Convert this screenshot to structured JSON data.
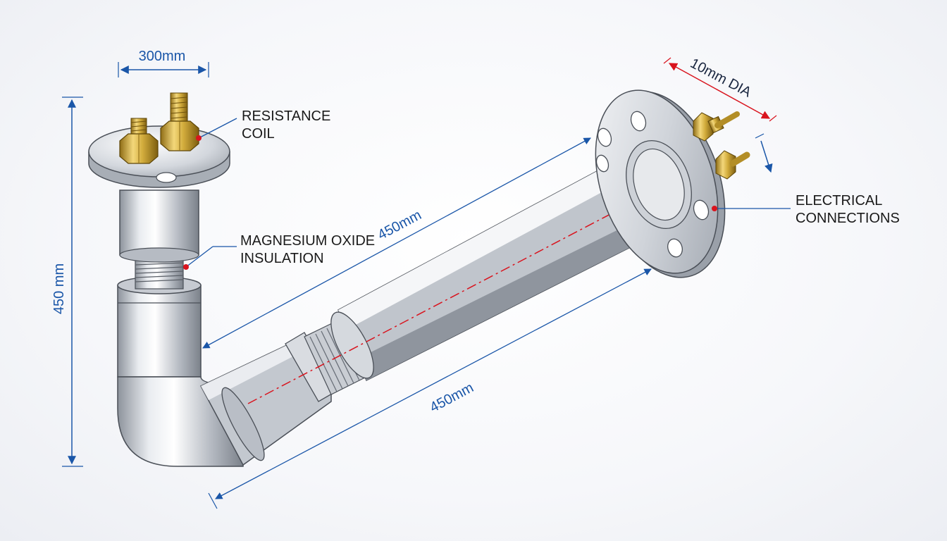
{
  "dimensions": {
    "top_width": "300mm",
    "vertical_height": "450 mm",
    "upper_diagonal": "450mm",
    "lower_diagonal": "450mm",
    "diameter": "10mm DIA"
  },
  "labels": {
    "resistance_coil": [
      "RESISTANCE",
      "COIL"
    ],
    "magnesium_oxide": [
      "MAGNESIUM OXIDE",
      "INSULATION"
    ],
    "electrical_connections": [
      "ELECTRICAL",
      "CONNECTIONS"
    ]
  },
  "colors": {
    "dimension_blue": "#1a56a8",
    "dimension_red": "#d9141e",
    "brass": "#c9a437",
    "steel": "#b9bec6"
  }
}
